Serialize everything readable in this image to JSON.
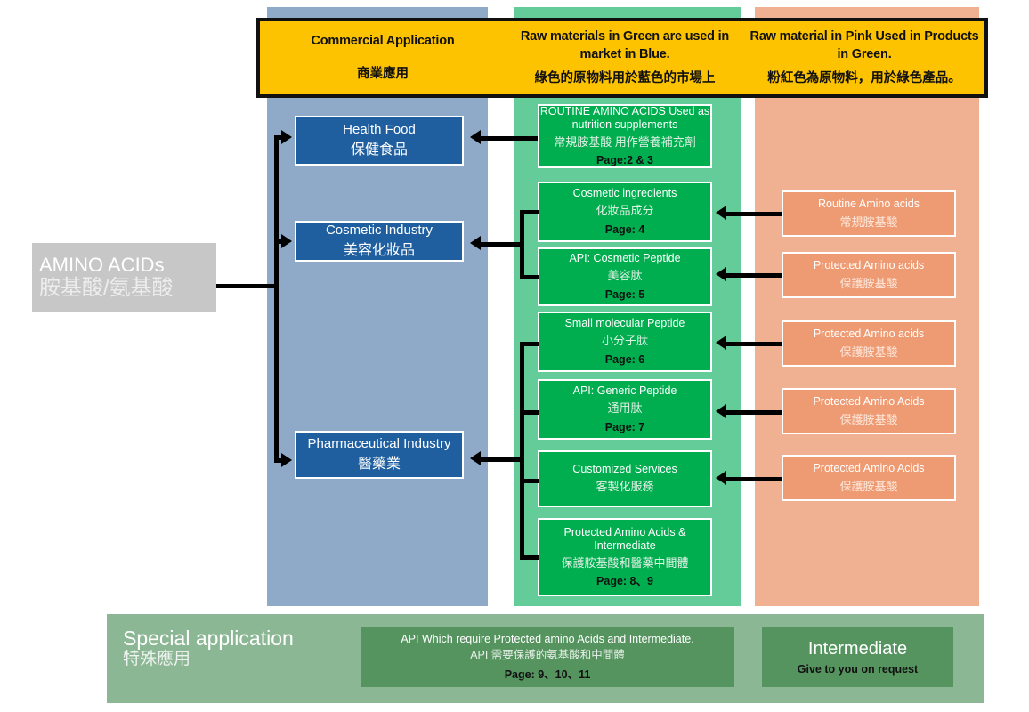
{
  "banner": {
    "cells": [
      {
        "en": "Commercial Application",
        "zh": "商業應用"
      },
      {
        "en": "Raw materials in Green are used in market in Blue.",
        "zh": "綠色的原物料用於藍色的市場上"
      },
      {
        "en": "Raw material in Pink Used in Products in Green.",
        "zh": "粉紅色為原物料，用於綠色產品。"
      }
    ]
  },
  "root": {
    "en": "AMINO ACIDs",
    "zh": "胺基酸/氨基酸"
  },
  "markets": [
    {
      "en": "Health Food",
      "zh": "保健食品"
    },
    {
      "en": "Cosmetic Industry",
      "zh": "美容化妝品"
    },
    {
      "en": "Pharmaceutical Industry",
      "zh": "醫藥業"
    }
  ],
  "products": [
    {
      "en": "ROUTINE AMINO ACIDS Used as nutrition supplements",
      "zh": "常規胺基酸 用作營養補充劑",
      "page": "Page:2 & 3"
    },
    {
      "en": "Cosmetic ingredients",
      "zh": "化妝品成分",
      "page": "Page: 4"
    },
    {
      "en": "API: Cosmetic Peptide",
      "zh": "美容肽",
      "page": "Page: 5"
    },
    {
      "en": "Small molecular Peptide",
      "zh": "小分子肽",
      "page": "Page: 6"
    },
    {
      "en": "API: Generic Peptide",
      "zh": "通用肽",
      "page": "Page: 7"
    },
    {
      "en": "Customized Services",
      "zh": "客製化服務",
      "page": ""
    },
    {
      "en": "Protected Amino Acids & Intermediate",
      "zh": "保護胺基酸和醫藥中間體",
      "page": "Page: 8、9"
    }
  ],
  "raw_materials": [
    {
      "en": "Routine Amino acids",
      "zh": "常規胺基酸"
    },
    {
      "en": "Protected Amino acids",
      "zh": "保護胺基酸"
    },
    {
      "en": "Protected Amino acids",
      "zh": "保護胺基酸"
    },
    {
      "en": "Protected Amino Acids",
      "zh": "保護胺基酸"
    },
    {
      "en": "Protected Amino Acids",
      "zh": "保護胺基酸"
    }
  ],
  "special": {
    "title_en": "Special application",
    "title_zh": "特殊應用",
    "api_en": "API Which require Protected amino Acids and Intermediate.",
    "api_zh": "API 需要保護的氨基酸和中間體",
    "api_page": "Page: 9、10、11",
    "intermediate_en": "Intermediate",
    "intermediate_sub": "Give to you on request"
  },
  "colors": {
    "banner_bg": "#fdc300",
    "band_blue": "#8faac9",
    "band_green": "#63cc99",
    "band_pink": "#f0b192",
    "box_blue": "#1f5fa0",
    "box_green": "#00ad4f",
    "box_pink": "#ee9b73",
    "panel_green": "#8cb795",
    "panel_box_green": "#55935f",
    "root_grey": "#c7c7c7"
  }
}
